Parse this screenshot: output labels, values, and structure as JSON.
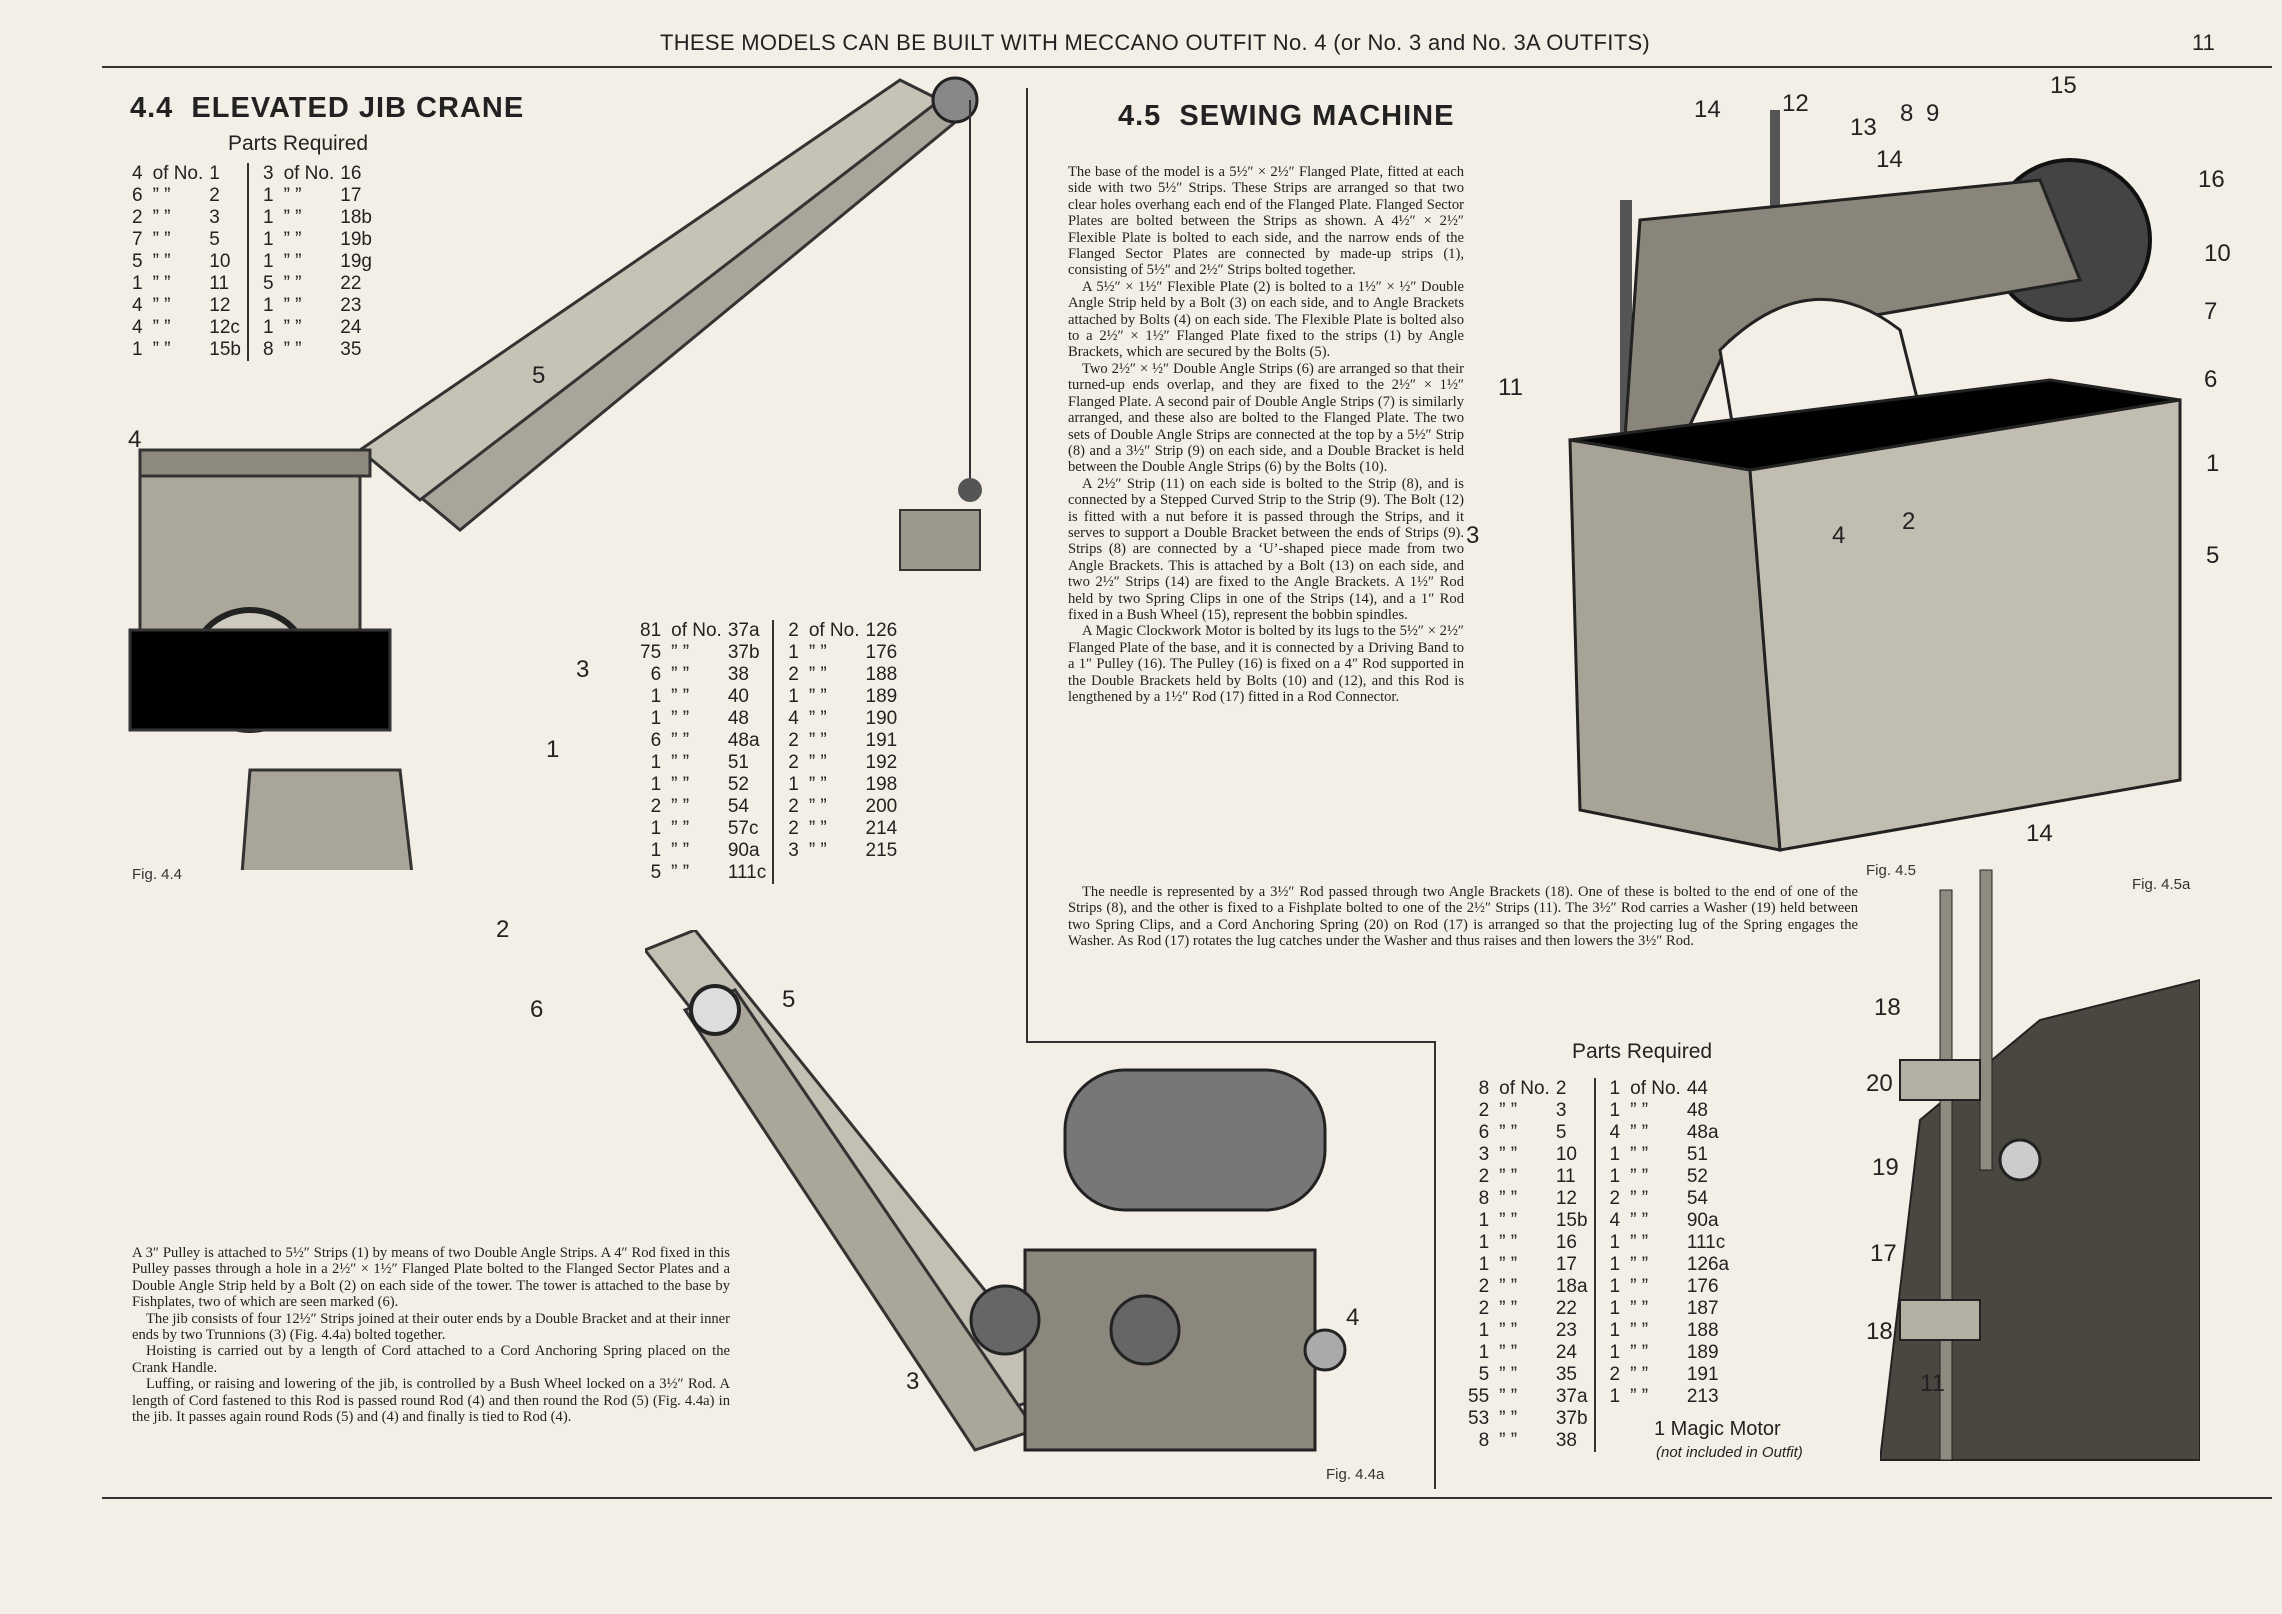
{
  "header": {
    "title": "THESE MODELS CAN BE BUILT WITH MECCANO OUTFIT No. 4 (or No. 3 and No. 3A OUTFITS)",
    "page_number": "11"
  },
  "crane": {
    "heading": "4.4  ELEVATED JIB CRANE",
    "parts_title": "Parts Required",
    "parts_left": [
      [
        "4",
        "of No.",
        "1"
      ],
      [
        "6",
        "” ”",
        "2"
      ],
      [
        "2",
        "” ”",
        "3"
      ],
      [
        "7",
        "” ”",
        "5"
      ],
      [
        "5",
        "” ”",
        "10"
      ],
      [
        "1",
        "” ”",
        "11"
      ],
      [
        "4",
        "” ”",
        "12"
      ],
      [
        "4",
        "” ”",
        "12c"
      ],
      [
        "1",
        "” ”",
        "15b"
      ]
    ],
    "parts_right": [
      [
        "3",
        "of No.",
        "16"
      ],
      [
        "1",
        "” ”",
        "17"
      ],
      [
        "1",
        "” ”",
        "18b"
      ],
      [
        "1",
        "” ”",
        "19b"
      ],
      [
        "1",
        "” ”",
        "19g"
      ],
      [
        "5",
        "” ”",
        "22"
      ],
      [
        "1",
        "” ”",
        "23"
      ],
      [
        "1",
        "” ”",
        "24"
      ],
      [
        "8",
        "” ”",
        "35"
      ]
    ],
    "parts2_left": [
      [
        "81",
        "of No.",
        "37a"
      ],
      [
        "75",
        "” ”",
        "37b"
      ],
      [
        "6",
        "” ”",
        "38"
      ],
      [
        "1",
        "” ”",
        "40"
      ],
      [
        "1",
        "” ”",
        "48"
      ],
      [
        "6",
        "” ”",
        "48a"
      ],
      [
        "1",
        "” ”",
        "51"
      ],
      [
        "1",
        "” ”",
        "52"
      ],
      [
        "2",
        "” ”",
        "54"
      ],
      [
        "1",
        "” ”",
        "57c"
      ],
      [
        "1",
        "” ”",
        "90a"
      ],
      [
        "5",
        "” ”",
        "111c"
      ]
    ],
    "parts2_right": [
      [
        "2",
        "of No.",
        "126"
      ],
      [
        "1",
        "” ”",
        "176"
      ],
      [
        "2",
        "” ”",
        "188"
      ],
      [
        "1",
        "” ”",
        "189"
      ],
      [
        "4",
        "” ”",
        "190"
      ],
      [
        "2",
        "” ”",
        "191"
      ],
      [
        "2",
        "” ”",
        "192"
      ],
      [
        "1",
        "” ”",
        "198"
      ],
      [
        "2",
        "” ”",
        "200"
      ],
      [
        "2",
        "” ”",
        "214"
      ],
      [
        "3",
        "” ”",
        "215"
      ]
    ],
    "fig_label": "Fig. 4.4",
    "fig_label_a": "Fig. 4.4a",
    "callouts": {
      "c5": "5",
      "c4": "4",
      "c3": "3",
      "c1": "1",
      "c2": "2",
      "c6": "6",
      "a5": "5",
      "a4": "4",
      "a3": "3"
    },
    "text": [
      "A 3″ Pulley is attached to 5½″ Strips (1) by means of two Double Angle Strips. A 4″ Rod fixed in this Pulley passes through a hole in a 2½″ × 1½″ Flanged Plate bolted to the Flanged Sector Plates and a Double Angle Strip held by a Bolt (2) on each side of the tower. The tower is attached to the base by Fishplates, two of which are seen marked (6).",
      "The jib consists of four 12½″ Strips joined at their outer ends by a Double Bracket and at their inner ends by two Trunnions (3) (Fig. 4.4a) bolted together.",
      "Hoisting is carried out by a length of Cord attached to a Cord Anchoring Spring placed on the Crank Handle.",
      "Luffing, or raising and lowering of the jib, is controlled by a Bush Wheel locked on a 3½″ Rod. A length of Cord fastened to this Rod is passed round Rod (4) and then round the Rod (5) (Fig. 4.4a) in the jib. It passes again round Rods (5) and (4) and finally is tied to Rod (4)."
    ]
  },
  "sewing": {
    "heading": "4.5  SEWING MACHINE",
    "text": [
      "The base of the model is a 5½″ × 2½″ Flanged Plate, fitted at each side with two 5½″ Strips. These Strips are arranged so that two clear holes overhang each end of the Flanged Plate. Flanged Sector Plates are bolted between the Strips as shown. A 4½″ × 2½″ Flexible Plate is bolted to each side, and the narrow ends of the Flanged Sector Plates are connected by made-up strips (1), consisting of 5½″ and 2½″ Strips bolted together.",
      "A 5½″ × 1½″ Flexible Plate (2) is bolted to a 1½″ × ½″ Double Angle Strip held by a Bolt (3) on each side, and to Angle Brackets attached by Bolts (4) on each side. The Flexible Plate is bolted also to a 2½″ × 1½″ Flanged Plate fixed to the strips (1) by Angle Brackets, which are secured by the Bolts (5).",
      "Two 2½″ × ½″ Double Angle Strips (6) are arranged so that their turned-up ends overlap, and they are fixed to the 2½″ × 1½″ Flanged Plate. A second pair of Double Angle Strips (7) is similarly arranged, and these also are bolted to the Flanged Plate. The two sets of Double Angle Strips are connected at the top by a 5½″ Strip (8) and a 3½″ Strip (9) on each side, and a Double Bracket is held between the Double Angle Strips (6) by the Bolts (10).",
      "A 2½″ Strip (11) on each side is bolted to the Strip (8), and is connected by a Stepped Curved Strip to the Strip (9). The Bolt (12) is fitted with a nut before it is passed through the Strips, and it serves to support a Double Bracket between the ends of Strips (9). Strips (8) are connected by a ‘U’-shaped piece made from two Angle Brackets. This is attached by a Bolt (13) on each side, and two 2½″ Strips (14) are fixed to the Angle Brackets. A 1½″ Rod held by two Spring Clips in one of the Strips (14), and a 1″ Rod fixed in a Bush Wheel (15), represent the bobbin spindles.",
      "A Magic Clockwork Motor is bolted by its lugs to the 5½″ × 2½″ Flanged Plate of the base, and it is connected by a Driving Band to a 1″ Pulley (16). The Pulley (16) is fixed on a 4″ Rod supported in the Double Brackets held by Bolts (10) and (12), and this Rod is lengthened by a 1½″ Rod (17) fitted in a Rod Connector."
    ],
    "text_wide": "The needle is represented by a 3½″ Rod passed through two Angle Brackets (18). One of these is bolted to the end of one of the Strips (8), and the other is fixed to a Fishplate bolted to one of the 2½″ Strips (11). The 3½″ Rod carries a Washer (19) held between two Spring Clips, and a Cord Anchoring Spring (20) on Rod (17) is arranged so that the projecting lug of the Spring engages the Washer. As Rod (17) rotates the lug catches under the Washer and thus raises and then lowers the 3½″ Rod.",
    "fig_label": "Fig. 4.5",
    "fig_label_a": "Fig. 4.5a",
    "callouts": {
      "c14": "14",
      "c12": "12",
      "c13": "13",
      "c14b": "14",
      "c8": "8",
      "c9": "9",
      "c15": "15",
      "c16": "16",
      "c10": "10",
      "c7": "7",
      "c6": "6",
      "c1": "1",
      "c5": "5",
      "c11": "11",
      "c3": "3",
      "c4": "4",
      "c2": "2",
      "a14": "14",
      "a18": "18",
      "a20": "20",
      "a19": "19",
      "a17": "17",
      "a18b": "18",
      "a11": "11"
    },
    "parts_title": "Parts Required",
    "parts_left": [
      [
        "8",
        "of No.",
        "2"
      ],
      [
        "2",
        "” ”",
        "3"
      ],
      [
        "6",
        "” ”",
        "5"
      ],
      [
        "3",
        "” ”",
        "10"
      ],
      [
        "2",
        "” ”",
        "11"
      ],
      [
        "8",
        "” ”",
        "12"
      ],
      [
        "1",
        "” ”",
        "15b"
      ],
      [
        "1",
        "” ”",
        "16"
      ],
      [
        "1",
        "” ”",
        "17"
      ],
      [
        "2",
        "” ”",
        "18a"
      ],
      [
        "2",
        "” ”",
        "22"
      ],
      [
        "1",
        "” ”",
        "23"
      ],
      [
        "1",
        "” ”",
        "24"
      ],
      [
        "5",
        "” ”",
        "35"
      ],
      [
        "55",
        "” ”",
        "37a"
      ],
      [
        "53",
        "” ”",
        "37b"
      ],
      [
        "8",
        "” ”",
        "38"
      ]
    ],
    "parts_right": [
      [
        "1",
        "of No.",
        "44"
      ],
      [
        "1",
        "” ”",
        "48"
      ],
      [
        "4",
        "” ”",
        "48a"
      ],
      [
        "1",
        "” ”",
        "51"
      ],
      [
        "1",
        "” ”",
        "52"
      ],
      [
        "2",
        "” ”",
        "54"
      ],
      [
        "4",
        "” ”",
        "90a"
      ],
      [
        "1",
        "” ”",
        "111c"
      ],
      [
        "1",
        "” ”",
        "126a"
      ],
      [
        "1",
        "” ”",
        "176"
      ],
      [
        "1",
        "” ”",
        "187"
      ],
      [
        "1",
        "” ”",
        "188"
      ],
      [
        "1",
        "” ”",
        "189"
      ],
      [
        "2",
        "” ”",
        "191"
      ],
      [
        "1",
        "” ”",
        "213"
      ]
    ],
    "motor_line": "1 Magic Motor",
    "motor_note": "(not included in Outfit)"
  }
}
